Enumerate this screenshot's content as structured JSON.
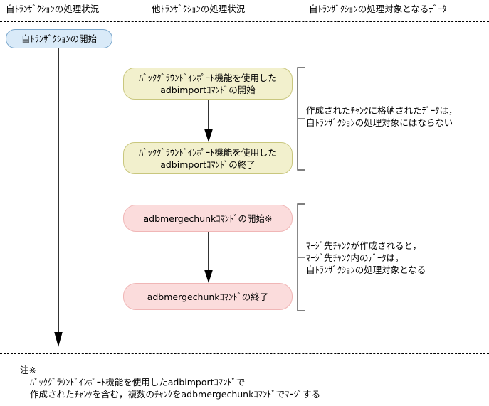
{
  "diagram": {
    "title_columns": [
      {
        "key": "self_status",
        "label": "自ﾄﾗﾝｻﾞｸｼｮﾝの処理状況"
      },
      {
        "key": "other_status",
        "label": "他ﾄﾗﾝｻﾞｸｼｮﾝの処理状況"
      },
      {
        "key": "target_data",
        "label": "自ﾄﾗﾝｻﾞｸｼｮﾝの処理対象となるﾃﾞｰﾀ"
      }
    ],
    "nodes": {
      "tx_start": {
        "label": "自ﾄﾗﾝｻﾞｸｼｮﾝの開始",
        "color": "#d9eaf8"
      },
      "import_start": {
        "label": "ﾊﾞｯｸｸﾞﾗｳﾝﾄﾞｲﾝﾎﾟｰﾄ機能を使用した\nadbimportｺﾏﾝﾄﾞの開始",
        "color": "#f2f0cd"
      },
      "import_end": {
        "label": "ﾊﾞｯｸｸﾞﾗｳﾝﾄﾞｲﾝﾎﾟｰﾄ機能を使用した\nadbimportｺﾏﾝﾄﾞの終了",
        "color": "#f2f0cd"
      },
      "merge_start": {
        "label": "adbmergechunkｺﾏﾝﾄﾞの開始※",
        "color": "#fbdcdc"
      },
      "merge_end": {
        "label": "adbmergechunkｺﾏﾝﾄﾞの終了",
        "color": "#fbdcdc"
      }
    },
    "annotations": {
      "import": "作成されたﾁｬﾝｸに格納されたﾃﾞｰﾀは，\n自ﾄﾗﾝｻﾞｸｼｮﾝの処理対象にはならない",
      "merge": "ﾏｰｼﾞ先ﾁｬﾝｸが作成されると，\nﾏｰｼﾞ先ﾁｬﾝｸ内のﾃﾞｰﾀは，\n自ﾄﾗﾝｻﾞｸｼｮﾝの処理対象となる"
    },
    "footnote": {
      "label": "注※",
      "body": "ﾊﾞｯｸｸﾞﾗｳﾝﾄﾞｲﾝﾎﾟｰﾄ機能を使用したadbimportｺﾏﾝﾄﾞで\n作成されたﾁｬﾝｸを含む，複数のﾁｬﾝｸをadbmergechunkｺﾏﾝﾄﾞでﾏｰｼﾞする"
    },
    "colors": {
      "line": "#000000",
      "bracket": "#555555",
      "blue_fill": "#d9eaf8",
      "blue_border": "#7ba7cc",
      "yellow_fill": "#f2f0cd",
      "yellow_border": "#c9c77e",
      "pink_fill": "#fbdcdc",
      "pink_border": "#f0b6b6"
    }
  }
}
